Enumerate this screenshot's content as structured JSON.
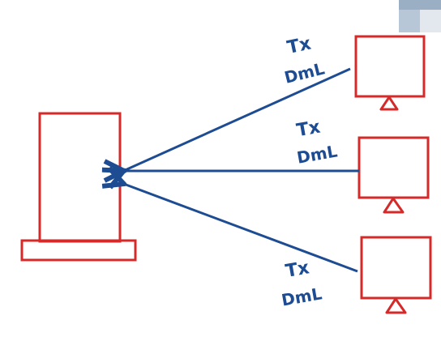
{
  "colors": {
    "background": "#ffffff",
    "box_stroke": "#d42a2a",
    "arrow_stroke": "#1d4c93",
    "label_color": "#1d4c93",
    "corner_photo": "#b8c7d8"
  },
  "labels": {
    "client_top": {
      "tx": "Tx",
      "dml": "DmL"
    },
    "client_middle": {
      "tx": "Tx",
      "dml": "DmL"
    },
    "client_bottom": {
      "tx": "Tx",
      "dml": "DmL"
    }
  }
}
